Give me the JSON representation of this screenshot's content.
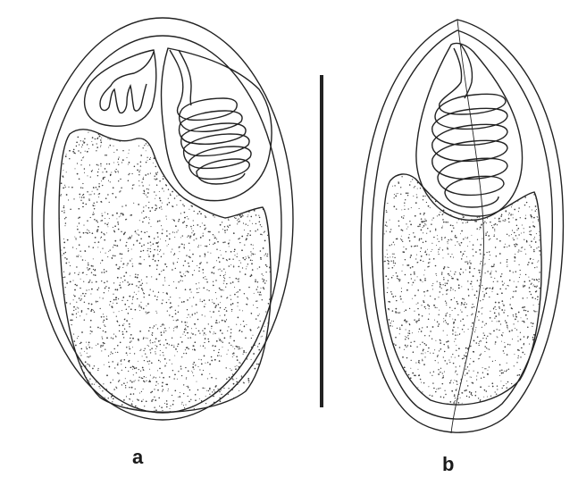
{
  "panels": [
    {
      "id": "a",
      "label": "a"
    },
    {
      "id": "b",
      "label": "b"
    }
  ],
  "colors": {
    "ink": "#222222",
    "stipple": "#3a3a3a",
    "paper": "#ffffff"
  }
}
